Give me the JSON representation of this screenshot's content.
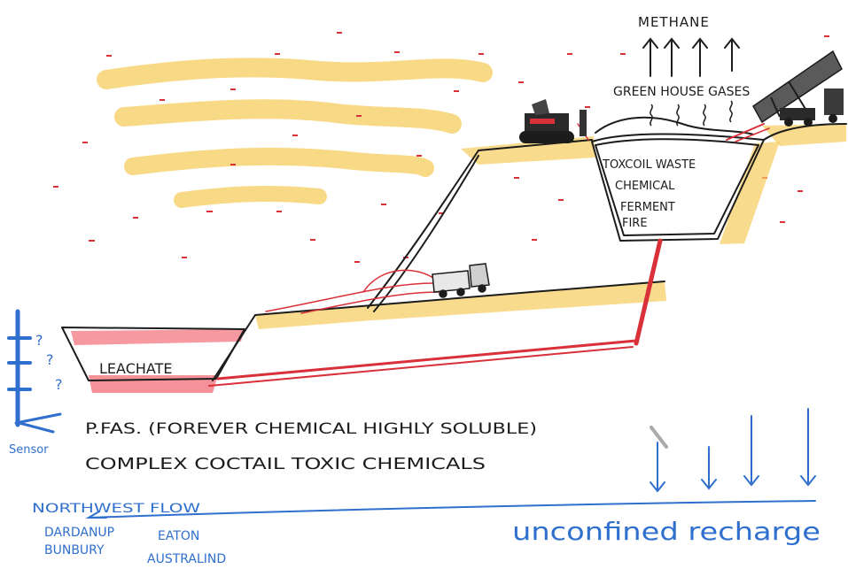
{
  "labels": {
    "methane": "METHANE",
    "greenhouse": "GREEN HOUSE GASES",
    "toxic_waste": "TOXCOIL WASTE",
    "chemical": "CHEMICAL",
    "ferment": "FERMENT",
    "fire": "FIRE",
    "leachate": "LEACHATE",
    "pfas": "P.FAS. (FOREVER CHEMICAL HIGHLY SOLUBLE)",
    "complex": "COMPLEX COCTAIL TOXIC CHEMICALS",
    "sensor": "Sensor",
    "question_marks": [
      "?",
      "?",
      "?"
    ],
    "northwest_flow": "NORTHWEST FLOW",
    "towns": [
      "DARDANUP",
      "BUNBURY",
      "EATON",
      "AUSTRALIND"
    ],
    "unconfined_recharge": "unconfined recharge"
  },
  "colors": {
    "ink": "#1c1c1c",
    "sand": "#f6cc5e",
    "red": "#d9303a",
    "pink": "#f26d77",
    "blue": "#2f6fce",
    "gray": "#666666"
  }
}
